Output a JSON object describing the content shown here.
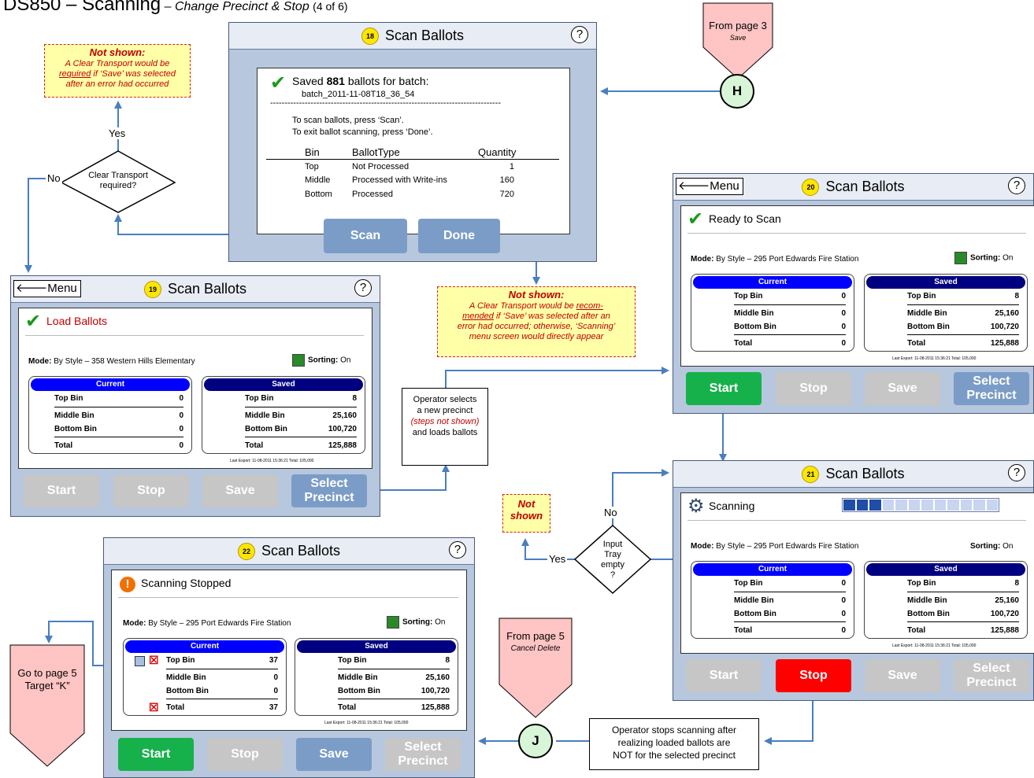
{
  "page": {
    "title": "DS850 – Scanning",
    "subtitle": "– Change Precinct & Stop",
    "page_indicator": "(4 of 6)"
  },
  "colors": {
    "connector": "#4a7ec0",
    "screen_bg": "#b7c7de",
    "note_bg": "#ffffa8",
    "note_border": "#d02020"
  },
  "screen18": {
    "step": "18",
    "title": "Scan Ballots",
    "help": "?",
    "saved_prefix": "Saved",
    "saved_count": "881",
    "saved_suffix": "ballots for batch:",
    "batch": "batch_2011-11-08T18_36_54",
    "divider": "--------------------------------------------------------------------------------",
    "instr1": "To scan ballots, press ‘Scan’.",
    "instr2": "To exit ballot scanning, press ‘Done’.",
    "headers": [
      "Bin",
      "BallotType",
      "Quantity"
    ],
    "rows": [
      [
        "Top",
        "Not Processed",
        "1"
      ],
      [
        "Middle",
        "Processed with Write-ins",
        "160"
      ],
      [
        "Bottom",
        "Processed",
        "720"
      ]
    ],
    "scan_button": "Scan",
    "done_button": "Done"
  },
  "screen19": {
    "step": "19",
    "title": "Scan Ballots",
    "menu": "Menu",
    "help": "?",
    "status": "Load Ballots",
    "mode_label": "Mode:",
    "mode_value": "By Style – 358 Western Hills Elementary",
    "sorting_label": "Sorting:",
    "sorting_value": "On",
    "current": {
      "header": "Current",
      "rows": [
        [
          "Top Bin",
          "0"
        ],
        [
          "Middle Bin",
          "0"
        ],
        [
          "Bottom Bin",
          "0"
        ],
        [
          "Total",
          "0"
        ]
      ]
    },
    "saved": {
      "header": "Saved",
      "rows": [
        [
          "Top Bin",
          "8"
        ],
        [
          "Middle Bin",
          "25,160"
        ],
        [
          "Bottom Bin",
          "100,720"
        ],
        [
          "Total",
          "125,888"
        ]
      ]
    },
    "last_export": "Last Export: 11-08-2011 15:36:21   Total: 105,000",
    "buttons": [
      "Start",
      "Stop",
      "Save",
      "Select Precinct"
    ]
  },
  "screen20": {
    "step": "20",
    "title": "Scan Ballots",
    "menu": "Menu",
    "help": "?",
    "status": "Ready to Scan",
    "mode_label": "Mode:",
    "mode_value": "By Style – 295 Port Edwards Fire Station",
    "sorting_label": "Sorting:",
    "sorting_value": "On",
    "current": {
      "header": "Current",
      "rows": [
        [
          "Top Bin",
          "0"
        ],
        [
          "Middle Bin",
          "0"
        ],
        [
          "Bottom Bin",
          "0"
        ],
        [
          "Total",
          "0"
        ]
      ]
    },
    "saved": {
      "header": "Saved",
      "rows": [
        [
          "Top Bin",
          "8"
        ],
        [
          "Middle Bin",
          "25,160"
        ],
        [
          "Bottom Bin",
          "100,720"
        ],
        [
          "Total",
          "125,888"
        ]
      ]
    },
    "last_export": "Last Export: 11-08-2011 15:36:21   Total: 105,000",
    "buttons": [
      "Start",
      "Stop",
      "Save",
      "Select Precinct"
    ]
  },
  "screen21": {
    "step": "21",
    "title": "Scan Ballots",
    "help": "?",
    "status": "Scanning",
    "progress_filled": 3,
    "progress_total": 12,
    "mode_label": "Mode:",
    "mode_value": "By Style – 295 Port Edwards Fire Station",
    "sorting_label": "Sorting:",
    "sorting_value": "On",
    "current": {
      "header": "Current",
      "rows": [
        [
          "Top Bin",
          "0"
        ],
        [
          "Middle Bin",
          "0"
        ],
        [
          "Bottom Bin",
          "0"
        ],
        [
          "Total",
          "0"
        ]
      ]
    },
    "saved": {
      "header": "Saved",
      "rows": [
        [
          "Top Bin",
          "8"
        ],
        [
          "Middle Bin",
          "25,160"
        ],
        [
          "Bottom Bin",
          "100,720"
        ],
        [
          "Total",
          "125,888"
        ]
      ]
    },
    "last_export": "Last Export: 11-08-2011 15:36:21   Total: 105,000",
    "buttons": [
      "Start",
      "Stop",
      "Save",
      "Select Precinct"
    ]
  },
  "screen22": {
    "step": "22",
    "title": "Scan Ballots",
    "help": "?",
    "status": "Scanning Stopped",
    "mode_label": "Mode:",
    "mode_value": "By Style – 295 Port Edwards Fire Station",
    "sorting_label": "Sorting:",
    "sorting_value": "On",
    "current": {
      "header": "Current",
      "rows": [
        [
          "Top Bin",
          "37"
        ],
        [
          "Middle Bin",
          "0"
        ],
        [
          "Bottom Bin",
          "0"
        ],
        [
          "Total",
          "37"
        ]
      ]
    },
    "saved": {
      "header": "Saved",
      "rows": [
        [
          "Top Bin",
          "8"
        ],
        [
          "Middle Bin",
          "25,160"
        ],
        [
          "Bottom Bin",
          "100,720"
        ],
        [
          "Total",
          "125,888"
        ]
      ]
    },
    "last_export": "Last Export: 11-08-2011 15:36:21   Total: 105,000",
    "buttons": [
      "Start",
      "Stop",
      "Save",
      "Select Precinct"
    ]
  },
  "notes": {
    "top_left": {
      "heading": "Not shown:",
      "l1": "A Clear Transport would be",
      "l2a": "required",
      "l2b": " if ‘Save’ was selected",
      "l3": "after an error had occurred"
    },
    "middle": {
      "heading": "Not shown:",
      "l1a": "A Clear Transport would be ",
      "l1b": "recom-",
      "l2a": "mended",
      "l2b": " if ‘Save’ was selected after an",
      "l3": "error had occurred; otherwise, ‘Scanning’",
      "l4": "menu screen would directly appear"
    },
    "not_shown": {
      "l1": "Not",
      "l2": "shown"
    }
  },
  "decisions": {
    "clear_transport": {
      "l1": "Clear Transport",
      "l2": "required?",
      "yes": "Yes",
      "no": "No"
    },
    "input_tray": {
      "l1": "Input",
      "l2": "Tray",
      "l3": "empty",
      "l4": "?",
      "yes": "Yes",
      "no": "No"
    }
  },
  "boxes": {
    "operator_selects": {
      "l1": "Operator selects",
      "l2": "a new precinct",
      "l3": "(steps not shown)",
      "l4": "and loads ballots"
    },
    "operator_stops": {
      "l1": "Operator stops scanning after",
      "l2": "realizing loaded ballots are",
      "l3": "NOT for the selected precinct"
    }
  },
  "connectors": {
    "from_page3": {
      "l1": "From page 3",
      "l2": "Save",
      "letter": "H"
    },
    "from_page5": {
      "l1": "From page 5",
      "l2": "Cancel Delete",
      "letter": "J"
    },
    "goto_page5": {
      "l1": "Go to page 5",
      "l2": "Target “K”"
    }
  }
}
